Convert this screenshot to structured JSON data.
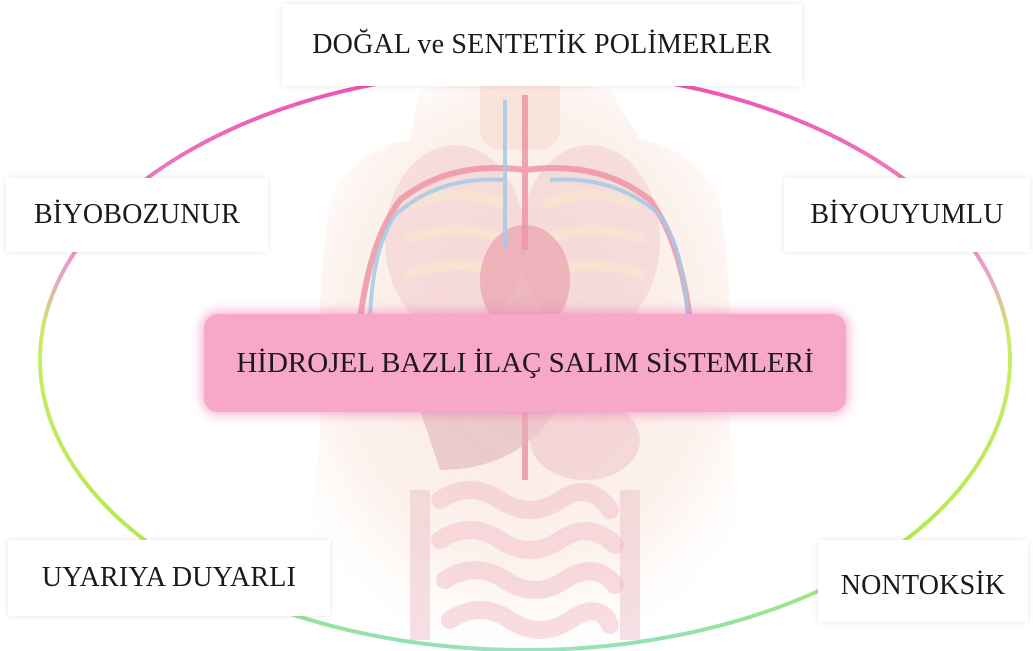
{
  "diagram": {
    "center_label": "HİDROJEL BAZLI İLAÇ SALIM SİSTEMLERİ",
    "properties": {
      "top": "DOĞAL ve SENTETİK POLİMERLER",
      "top_left": "BİYOBOZUNUR",
      "top_right": "BİYOUYUMLU",
      "bottom_left": "UYARIYA DUYARLI",
      "bottom_right": "NONTOKSİK"
    },
    "colors": {
      "ring_top": "#ee4fb0",
      "ring_sides": "#c9ec5a",
      "ring_bottom": "#8fe0b8",
      "center_fill": "#f7a7c8",
      "body_skin": "#f3cbb8",
      "vessel_red": "#e2405a",
      "vessel_blue": "#5b9ed6",
      "organ_pink": "#e89aa6"
    },
    "background_image": "human-anatomy-illustration"
  }
}
